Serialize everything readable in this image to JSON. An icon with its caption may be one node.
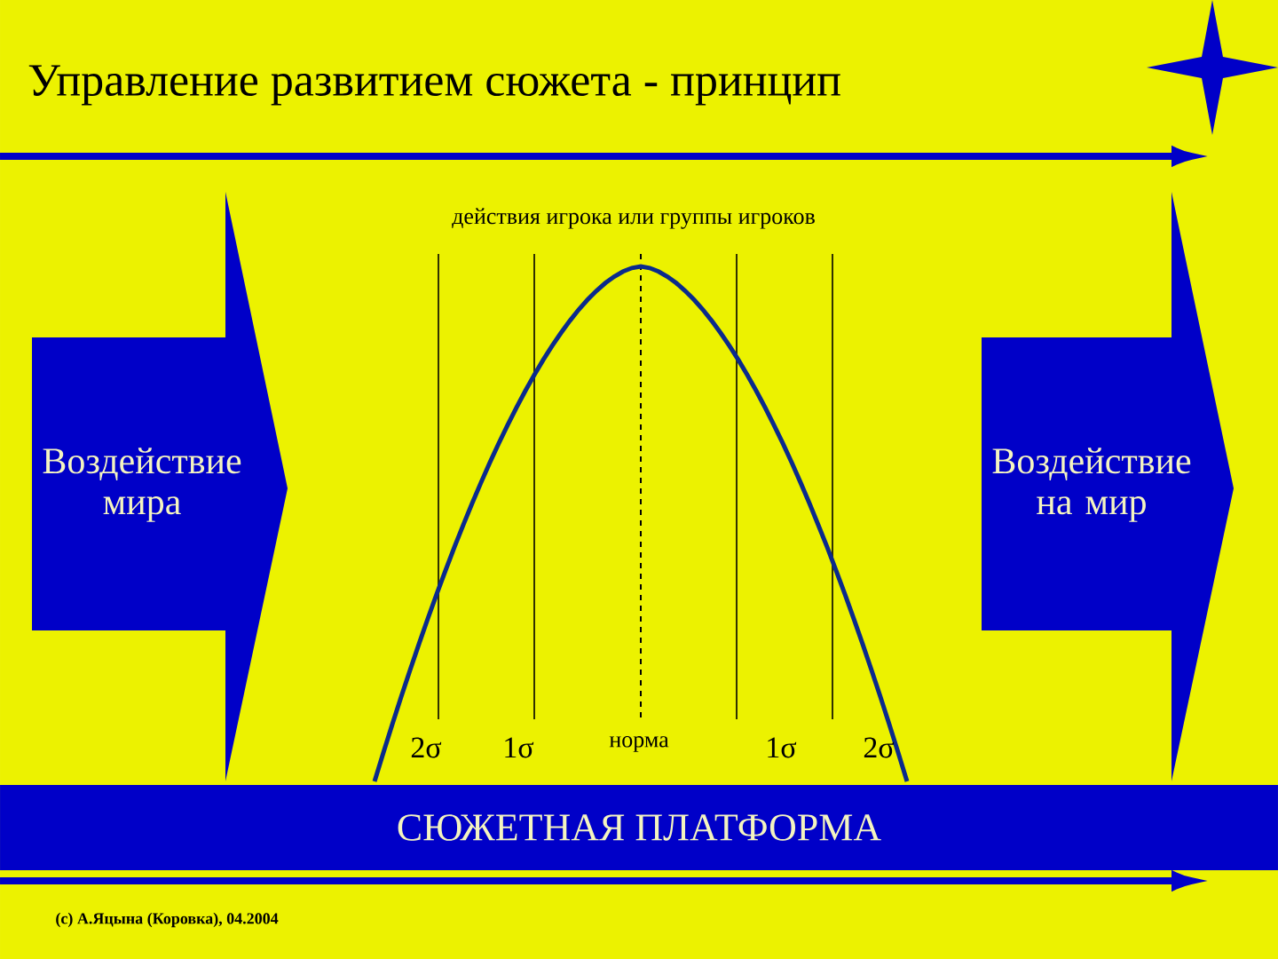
{
  "diagram": {
    "title": "Управление развитием сюжета - принцип",
    "nodes": [
      {
        "text": [
          "Воздействие мира"
        ]
      },
      {
        "text": [
          "Воздействие на мир"
        ]
      },
      {
        "text": [
          "СЮЖЕТНАЯ ПЛАТФОРМА"
        ]
      }
    ],
    "labels": [
      "действия игрока или группы игроков",
      "2σ",
      "1σ",
      "норма",
      "1σ",
      "2σ",
      "(с) А.Яцына (Коровка), 04.2004"
    ]
  }
}
